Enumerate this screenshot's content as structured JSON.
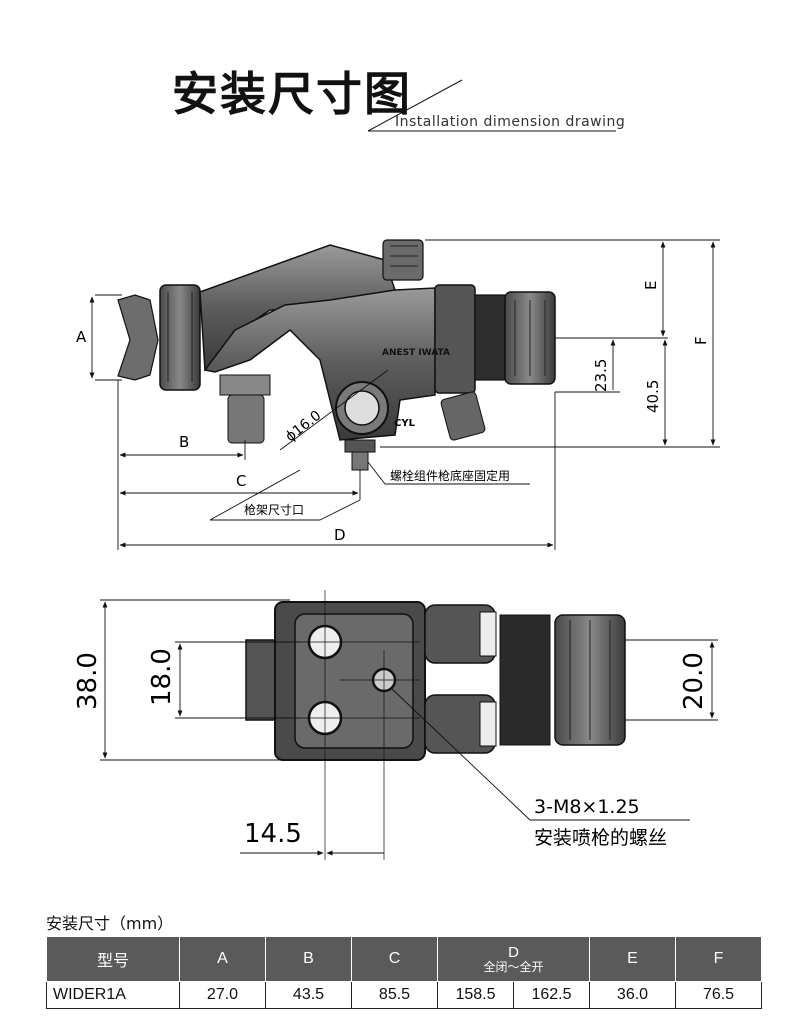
{
  "header": {
    "title": "安装尺寸图",
    "subtitle": "Installation dimension drawing"
  },
  "side_view": {
    "logo_text": "ANEST IWATA",
    "cyl_label": "CYL",
    "dims": {
      "a": "A",
      "b": "B",
      "c": "C",
      "d": "D",
      "e": "E",
      "f": "F",
      "v23_5": "23.5",
      "v40_5": "40.5",
      "phi16": "ϕ16.0"
    },
    "notes": {
      "bolt_note": "螺栓组件枪底座固定用",
      "rack_note": "枪架尺寸口"
    }
  },
  "top_view": {
    "dims": {
      "v38": "38.0",
      "v18": "18.0",
      "v20": "20.0",
      "v14_5": "14.5"
    },
    "thread_label": "3-M8×1.25",
    "thread_note": "安装喷枪的螺丝"
  },
  "spec_table": {
    "caption": "安装尺寸（mm）",
    "headers": {
      "model": "型号",
      "a": "A",
      "b": "B",
      "c": "C",
      "d": "D",
      "d_sub": "全闭～全开",
      "e": "E",
      "f": "F"
    },
    "rows": [
      {
        "model": "WIDER1A",
        "a": "27.0",
        "b": "43.5",
        "c": "85.5",
        "d_closed": "158.5",
        "d_open": "162.5",
        "e": "36.0",
        "f": "76.5"
      }
    ]
  }
}
